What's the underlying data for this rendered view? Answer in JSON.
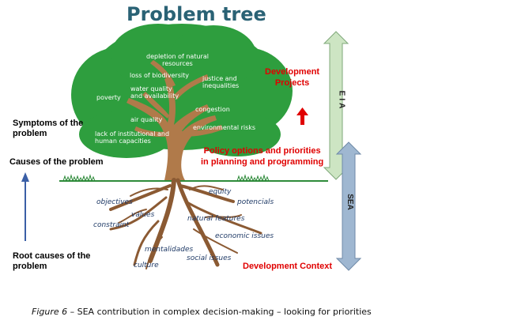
{
  "title": "Problem tree",
  "canopy_labels": {
    "depletion": "depletion of natural\nresources",
    "biodiversity": "loss of biodiversity",
    "water": "water quality\nand availability",
    "justice": "justice and\ninequalities",
    "poverty": "poverty",
    "congestion": "congestion",
    "air": "air quality",
    "institutional": "lack of institutional and\nhuman capacities",
    "environmental": "environmental risks"
  },
  "root_labels": {
    "equity": "equity",
    "objectives": "objectives",
    "potencials": "potencials",
    "values": "values",
    "natural_features": "natural features",
    "constraint": "constraint",
    "economic_issues": "economic issues",
    "mentalidades": "mentalidades",
    "social_issues": "social issues",
    "culture": "culture"
  },
  "left_labels": {
    "symptoms": "Symptoms of the\nproblem",
    "causes": "Causes of the problem",
    "root_causes": "Root causes of the\nproblem"
  },
  "right_labels": {
    "development_projects": "Development\nProjects",
    "policy_options": "Policy options and priorities\nin planning and programming",
    "development_context": "Development Context"
  },
  "arrow_labels": {
    "eia": "EIA",
    "sea": "SEA"
  },
  "caption": {
    "figure": "Figure 6",
    "text": " – SEA contribution in complex decision-making – looking for priorities"
  },
  "colors": {
    "canopy": "#2e9e3e",
    "trunk": "#b07a4a",
    "roots": "#8b5a33",
    "grass": "#2e8b3a",
    "eia_arrow": "#cde5c3",
    "sea_arrow": "#9fb7d1",
    "title": "#2a6275",
    "red": "#e00000",
    "blue_arrow": "#3a5fa6"
  }
}
